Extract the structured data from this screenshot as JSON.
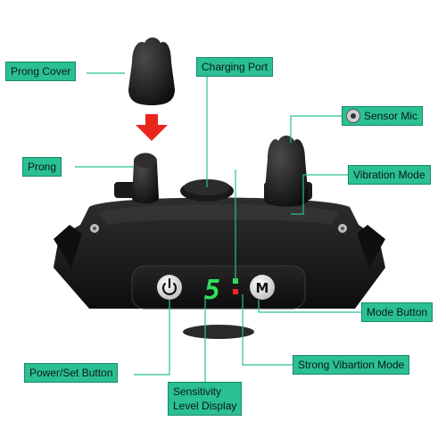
{
  "labels": {
    "prong_cover": "Prong Cover",
    "charging_port": "Charging Port",
    "sensor_mic": "Sensor Mic",
    "prong": "Prong",
    "vibration_mode": "Vibration Mode",
    "mode_button": "Mode Button",
    "power_set_button": "Power/Set Button",
    "strong_vibration_mode": "Strong Vibartion Mode",
    "sensitivity_line1": "Sensitivity",
    "sensitivity_line2": "Level Display"
  },
  "device": {
    "display_value": "5",
    "mode_button_letter": "M"
  },
  "colors": {
    "label_bg": "#2bbf94",
    "label_border": "#168a68",
    "leader_line": "#2bbf94",
    "arrow": "#e8261c",
    "display_green": "#2ee05a",
    "indicator_red": "#ff2222",
    "body": "#1c1c1c"
  },
  "icons": {
    "sensor_mic": "sensor-mic-icon",
    "power": "power-icon",
    "arrow": "arrow-down-icon"
  }
}
